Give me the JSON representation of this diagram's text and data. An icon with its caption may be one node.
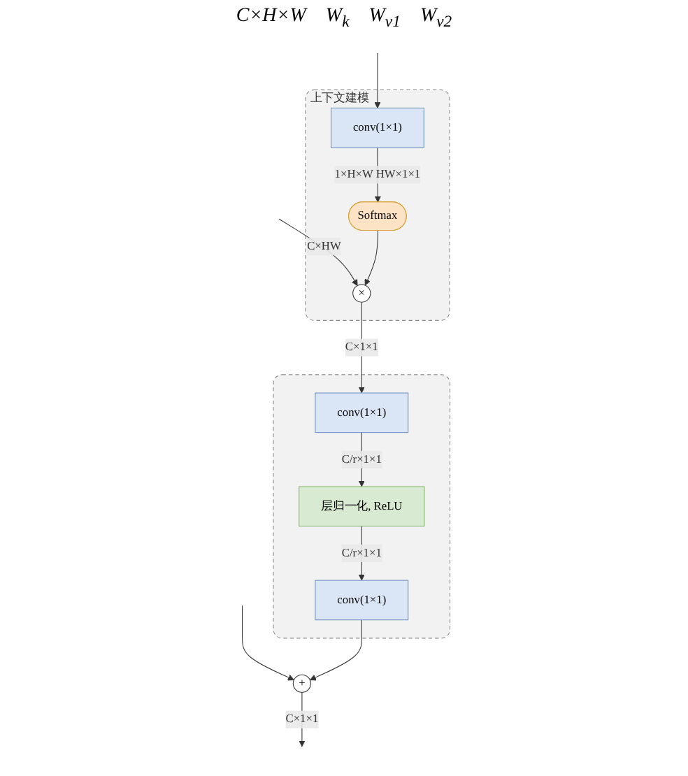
{
  "diagram": {
    "nodes": [
      {
        "text": [
          "上下文建模"
        ]
      },
      {
        "text": [
          "conv(1×1)"
        ],
        "in": 0
      },
      {
        "text": [
          "×"
        ],
        "in": 0
      },
      {
        "text": [
          "Softmax"
        ],
        "in": 0
      },
      {
        "text": [],
        "shape": "box"
      },
      {
        "text": [
          "conv(1×1)"
        ],
        "in": 4
      },
      {
        "text": [
          "层归一化, ReLU"
        ],
        "in": 4
      },
      {
        "text": [
          "conv(1×1)"
        ],
        "in": 4
      },
      {
        "text": [
          "+"
        ]
      }
    ],
    "edges": [
      {
        "from": null,
        "to": 8,
        "arrow": "to"
      },
      {
        "from": null,
        "to": 1,
        "arrow": "to"
      },
      {
        "from": null,
        "to": 2,
        "arrow": "to",
        "label": "C×HW"
      },
      {
        "from": 1,
        "to": 3,
        "arrow": "to",
        "label": "1×H×W HW×1×1"
      },
      {
        "from": 3,
        "to": 2,
        "arrow": "to"
      },
      {
        "from": 2,
        "to": 5,
        "arrow": "to",
        "label": "C×1×1"
      },
      {
        "from": 5,
        "to": 6,
        "arrow": "to",
        "label": "C/r×1×1"
      },
      {
        "from": 6,
        "to": 7,
        "arrow": "to",
        "label": "C/r×1×1"
      },
      {
        "from": 7,
        "to": 8,
        "arrow": "to"
      },
      {
        "from": 8,
        "to": null,
        "arrow": "to",
        "label": "C×1×1"
      }
    ],
    "labels": [
      "C×H×W",
      "W$_{k}$",
      "W$_{v1}$",
      "W$_{v2}$"
    ]
  }
}
